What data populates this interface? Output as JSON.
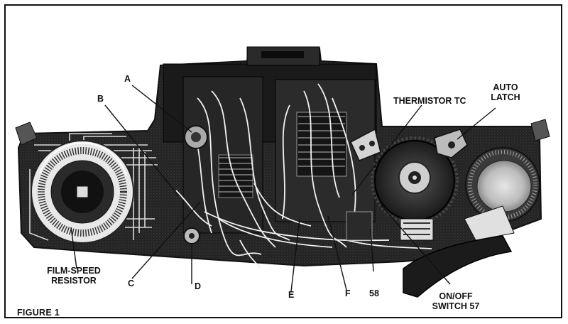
{
  "figure": {
    "caption": "FIGURE 1",
    "description_hidden": ""
  },
  "labels": {
    "a": "A",
    "b": "B",
    "c": "C",
    "d": "D",
    "e": "E",
    "f": "F",
    "n58": "58",
    "thermistor": "THERMISTOR TC",
    "auto_latch_line1": "AUTO",
    "auto_latch_line2": "LATCH",
    "film_speed_line1": "FILM-SPEED",
    "film_speed_line2": "RESISTOR",
    "onoff_line1": "ON/OFF",
    "onoff_line2": "SWITCH 57"
  },
  "colors": {
    "ink": "#111111",
    "body_dark": "#1c1c1c",
    "body_mid": "#4a4a4a",
    "metal_light": "#cfcfcf",
    "paper": "#ffffff"
  }
}
